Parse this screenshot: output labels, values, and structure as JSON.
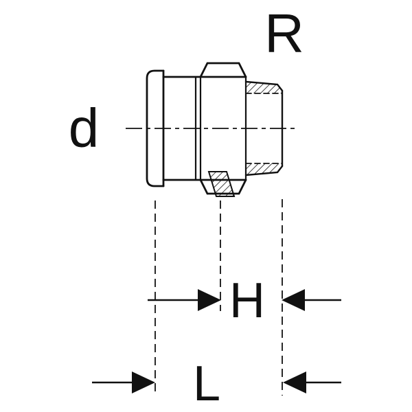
{
  "page": {
    "background": "#ffffff",
    "line_color": "#111111"
  },
  "diagram": {
    "type": "technical-drawing",
    "labels": {
      "r": "R",
      "d": "d",
      "h": "H",
      "l": "L"
    }
  }
}
